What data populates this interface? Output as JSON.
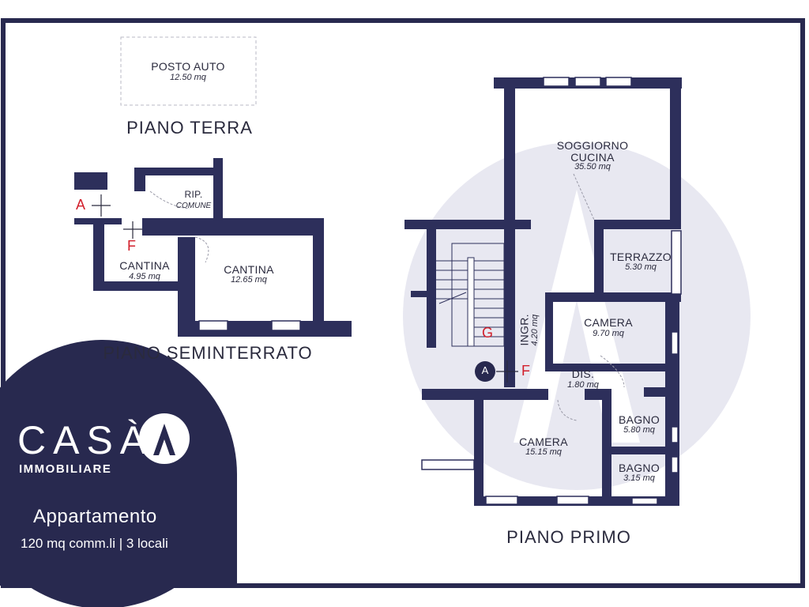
{
  "colors": {
    "navy": "#28294f",
    "wall": "#2d2f5b",
    "marker_red": "#d21f2b",
    "watermark": "#e8e8f1"
  },
  "floors": {
    "terra": "PIANO TERRA",
    "seminterrato": "PIANO SEMINTERRATO",
    "primo": "PIANO PRIMO"
  },
  "rooms": {
    "posto_auto": {
      "name": "POSTO AUTO",
      "area": "12.50 mq"
    },
    "rip_comune": {
      "name": "RIP.",
      "sub": "COMUNE"
    },
    "cantina_small": {
      "name": "CANTINA",
      "area": "4.95 mq"
    },
    "cantina_large": {
      "name": "CANTINA",
      "area": "12.65 mq"
    },
    "soggiorno": {
      "name1": "SOGGIORNO",
      "name2": "CUCINA",
      "area": "35.50 mq"
    },
    "terrazzo": {
      "name": "TERRAZZO",
      "area": "5.30 mq"
    },
    "camera_small": {
      "name": "CAMERA",
      "area": "9.70 mq"
    },
    "ingr": {
      "name": "INGR.",
      "area": "4.20 mq"
    },
    "dis": {
      "name": "DIS.",
      "area": "1.80 mq"
    },
    "camera_large": {
      "name": "CAMERA",
      "area": "15.15 mq"
    },
    "bagno_1": {
      "name": "BAGNO",
      "area": "5.80 mq"
    },
    "bagno_2": {
      "name": "BAGNO",
      "area": "3.15 mq"
    }
  },
  "markers": {
    "a": "A",
    "f": "F",
    "g": "G",
    "a_circle": "A"
  },
  "brand": {
    "logo": "CASÀ",
    "subtitle": "IMMOBILIARE",
    "title": "Appartamento",
    "details": "120 mq comm.li | 3 locali"
  }
}
